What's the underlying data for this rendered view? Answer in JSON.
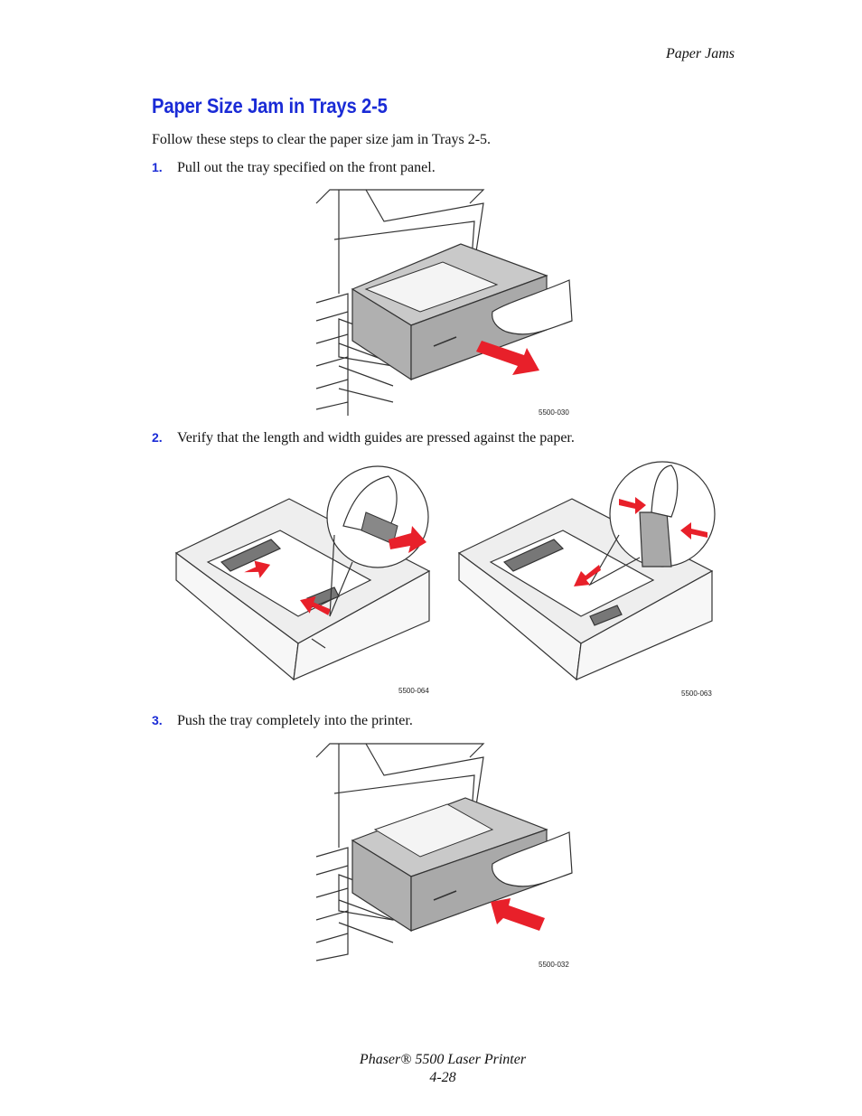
{
  "header": {
    "section": "Paper Jams"
  },
  "title": "Paper Size Jam in Trays 2-5",
  "intro": "Follow these steps to clear the paper size jam in Trays 2-5.",
  "steps": [
    {
      "num": "1.",
      "text": "Pull out the tray specified on the front panel."
    },
    {
      "num": "2.",
      "text": "Verify that the length and width guides are pressed against the paper."
    },
    {
      "num": "3.",
      "text": "Push the tray completely into the printer."
    }
  ],
  "figures": {
    "fig1_code": "5500-030",
    "fig2a_code": "5500-064",
    "fig2b_code": "5500-063",
    "fig3_code": "5500-032"
  },
  "footer": {
    "product": "Phaser® 5500 Laser Printer",
    "page": "4-28"
  },
  "colors": {
    "heading": "#1a2bd6",
    "arrow": "#e8202a",
    "tray": "#a9a9a9"
  }
}
